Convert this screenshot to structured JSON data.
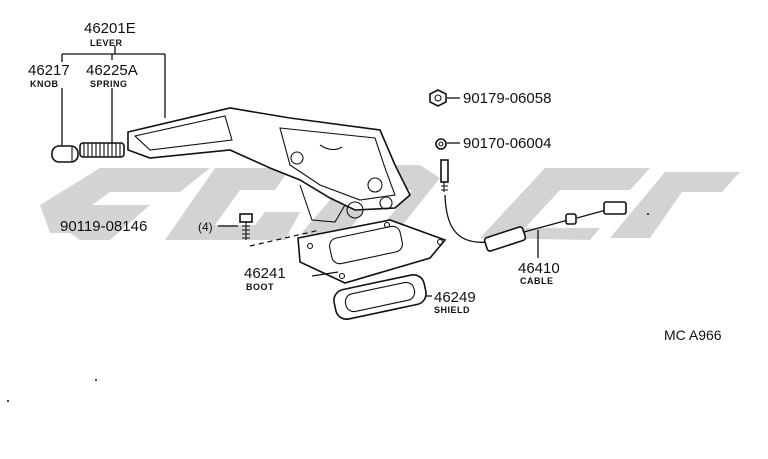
{
  "watermark": {
    "color": "#cfcfcf"
  },
  "labels": {
    "lever": {
      "number": "46201E",
      "name": "LEVER"
    },
    "knob": {
      "number": "46217",
      "name": "KNOB"
    },
    "spring": {
      "number": "46225A",
      "name": "SPRING"
    },
    "nut": {
      "number": "90179-06058"
    },
    "washer": {
      "number": "90170-06004"
    },
    "bolt": {
      "number": "90119-08146",
      "qty": "(4)"
    },
    "boot": {
      "number": "46241",
      "name": "BOOT"
    },
    "shield": {
      "number": "46249",
      "name": "SHIELD"
    },
    "cable": {
      "number": "46410",
      "name": "CABLE"
    },
    "code": "MC A966"
  }
}
